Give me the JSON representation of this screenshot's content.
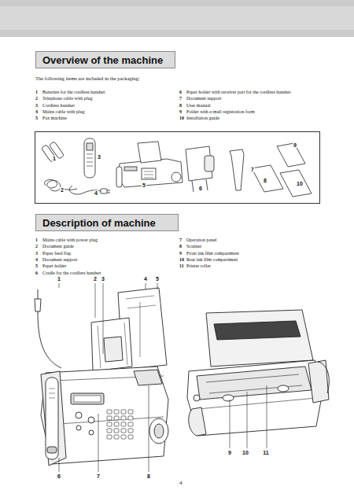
{
  "diagram": {
    "nodes": [
      {
        "text": [
          "Overview of the machine"
        ]
      },
      {
        "text": [
          "Description of machine"
        ]
      }
    ],
    "labels": [
      "The following items are included in the packaging:",
      "1",
      "Batteries for the cordless handset",
      "2",
      "Telephone cable with plug",
      "3",
      "Cordless handset",
      "4",
      "Mains cable with plug",
      "5",
      "Fax machine",
      "6",
      "Paper holder with receiver part for the cordless handset",
      "7",
      "Document support",
      "8",
      "User manual",
      "9",
      "Folder with e-mail registration form",
      "10",
      "Installation guide",
      "9",
      "1",
      "3",
      "7",
      "8",
      "5",
      "10",
      "6",
      "2",
      "4",
      "1",
      "Mains cable with power plug",
      "2",
      "Document guide",
      "3",
      "Paper feed flap",
      "4",
      "Document support",
      "5",
      "Paper holder",
      "6",
      "Cradle for the cordless handset",
      "7",
      "Operation panel",
      "8",
      "Scanner",
      "9",
      "Front ink film compartment",
      "10",
      "Rear ink film compartment",
      "11",
      "Printer roller",
      "1",
      "2",
      "3",
      "4",
      "5",
      "6",
      "7",
      "8",
      "9",
      "10",
      "11",
      "4"
    ]
  }
}
